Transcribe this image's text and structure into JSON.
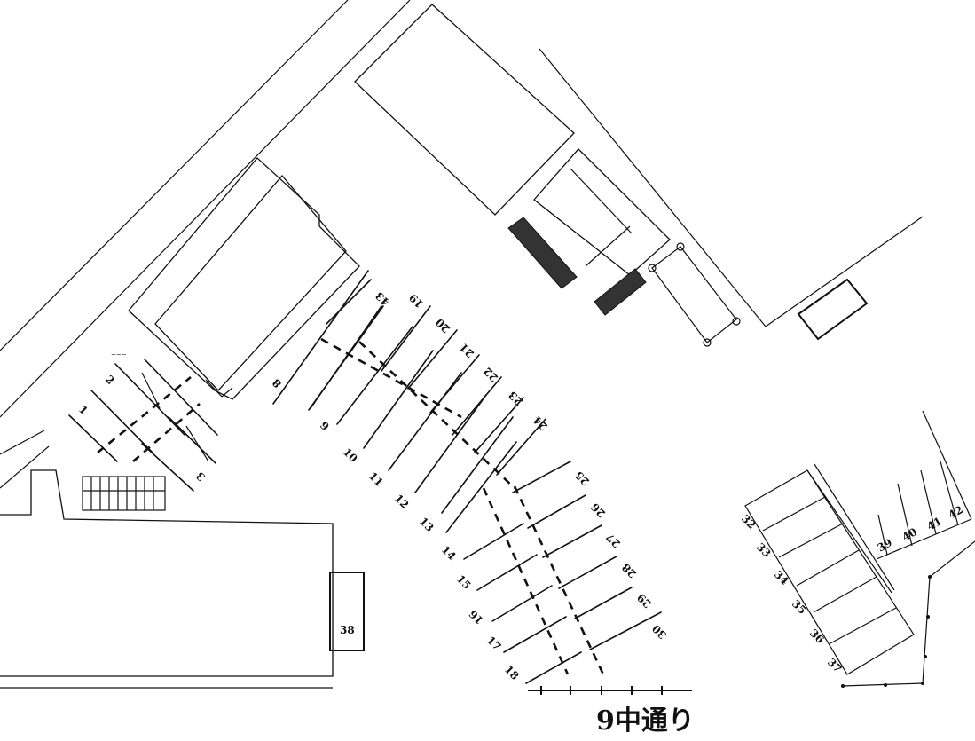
{
  "map": {
    "title": "9中通り",
    "building_label": "38",
    "lots": [
      {
        "label": "1"
      },
      {
        "label": "2"
      },
      {
        "label": "3"
      },
      {
        "label": "8"
      },
      {
        "label": "9"
      },
      {
        "label": "10"
      },
      {
        "label": "11"
      },
      {
        "label": "12"
      },
      {
        "label": "13"
      },
      {
        "label": "14"
      },
      {
        "label": "15"
      },
      {
        "label": "16"
      },
      {
        "label": "17"
      },
      {
        "label": "18"
      },
      {
        "label": "19"
      },
      {
        "label": "20"
      },
      {
        "label": "21"
      },
      {
        "label": "22"
      },
      {
        "label": "23"
      },
      {
        "label": "24"
      },
      {
        "label": "25"
      },
      {
        "label": "26"
      },
      {
        "label": "27"
      },
      {
        "label": "28"
      },
      {
        "label": "29"
      },
      {
        "label": "30"
      },
      {
        "label": "43"
      }
    ],
    "east_lots": [
      "32",
      "33",
      "34",
      "35",
      "36",
      "37"
    ],
    "north_east_lots": [
      "39",
      "40",
      "41",
      "42"
    ]
  }
}
